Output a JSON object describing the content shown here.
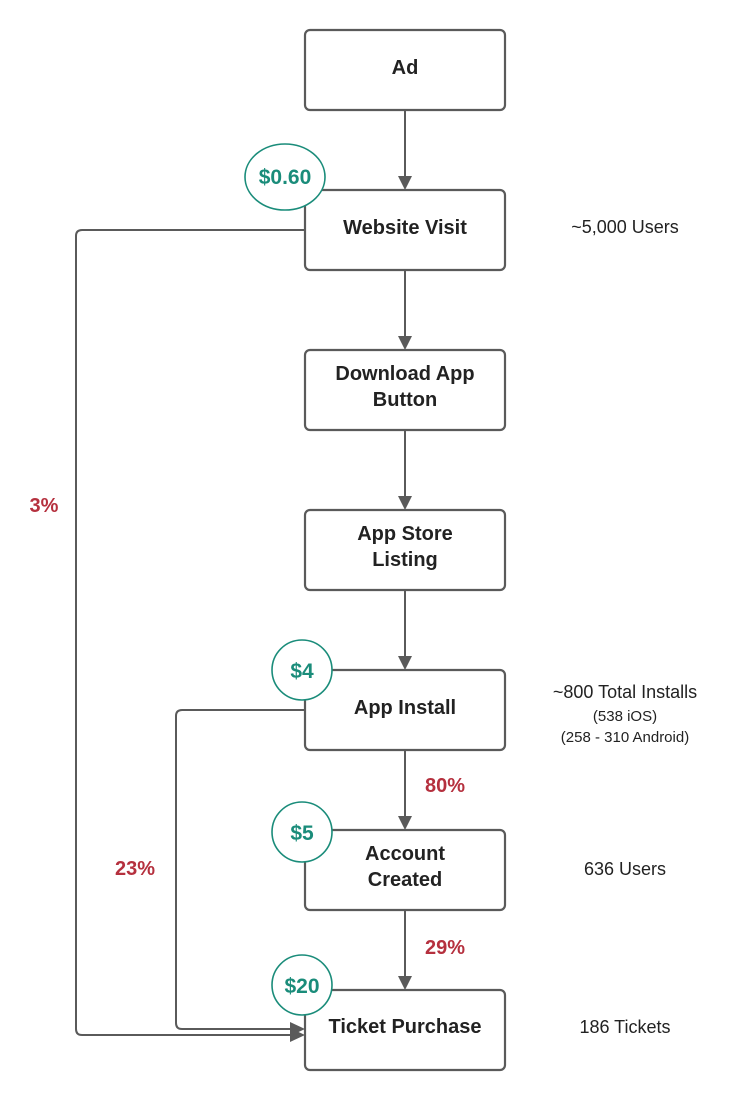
{
  "colors": {
    "box_stroke": "#5a5a5a",
    "text": "#222222",
    "percentage": "#b5303e",
    "cost_badge": "#1a8c7a"
  },
  "steps": {
    "ad": "Ad",
    "website_visit": "Website Visit",
    "download_app_button": [
      "Download App",
      "Button"
    ],
    "app_store_listing": [
      "App Store",
      "Listing"
    ],
    "app_install": "App Install",
    "account_created": [
      "Account",
      "Created"
    ],
    "ticket_purchase": "Ticket Purchase"
  },
  "costs": {
    "website_visit": "$0.60",
    "app_install": "$4",
    "account_created": "$5",
    "ticket_purchase": "$20"
  },
  "notes": {
    "website_visit": "~5,000 Users",
    "app_install": [
      "~800 Total Installs",
      "(538 iOS)",
      "(258 - 310 Android)"
    ],
    "account_created": "636 Users",
    "ticket_purchase": "186 Tickets"
  },
  "conversions": {
    "install_to_account": "80%",
    "account_to_purchase": "29%",
    "visit_to_purchase": "3%",
    "install_to_purchase": "23%"
  }
}
